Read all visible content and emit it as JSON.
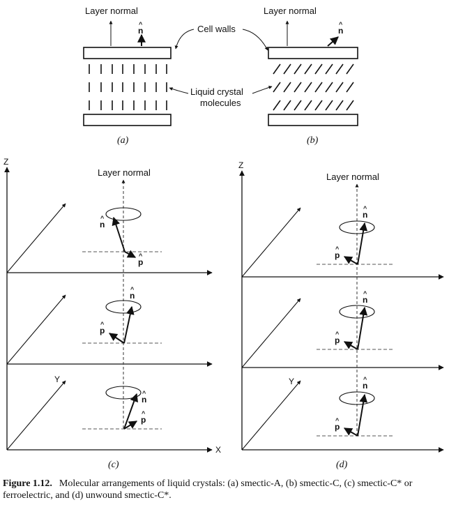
{
  "labels": {
    "layer_normal": "Layer normal",
    "cell_walls": "Cell walls",
    "lc_line1": "Liquid crystal",
    "lc_line2": "molecules",
    "n_vec": "n",
    "p_vec": "p",
    "hat": "^",
    "axis_z": "Z",
    "axis_y": "Y",
    "axis_x": "X"
  },
  "panels": {
    "a": "(a)",
    "b": "(b)",
    "c": "(c)",
    "d": "(d)"
  },
  "caption": {
    "label": "Figure 1.12.",
    "text": "Molecular arrangements of liquid crystals: (a) smectic-A, (b) smectic-C, (c) smectic-C* or ferroelectric, and (d) unwound smectic-C*."
  }
}
